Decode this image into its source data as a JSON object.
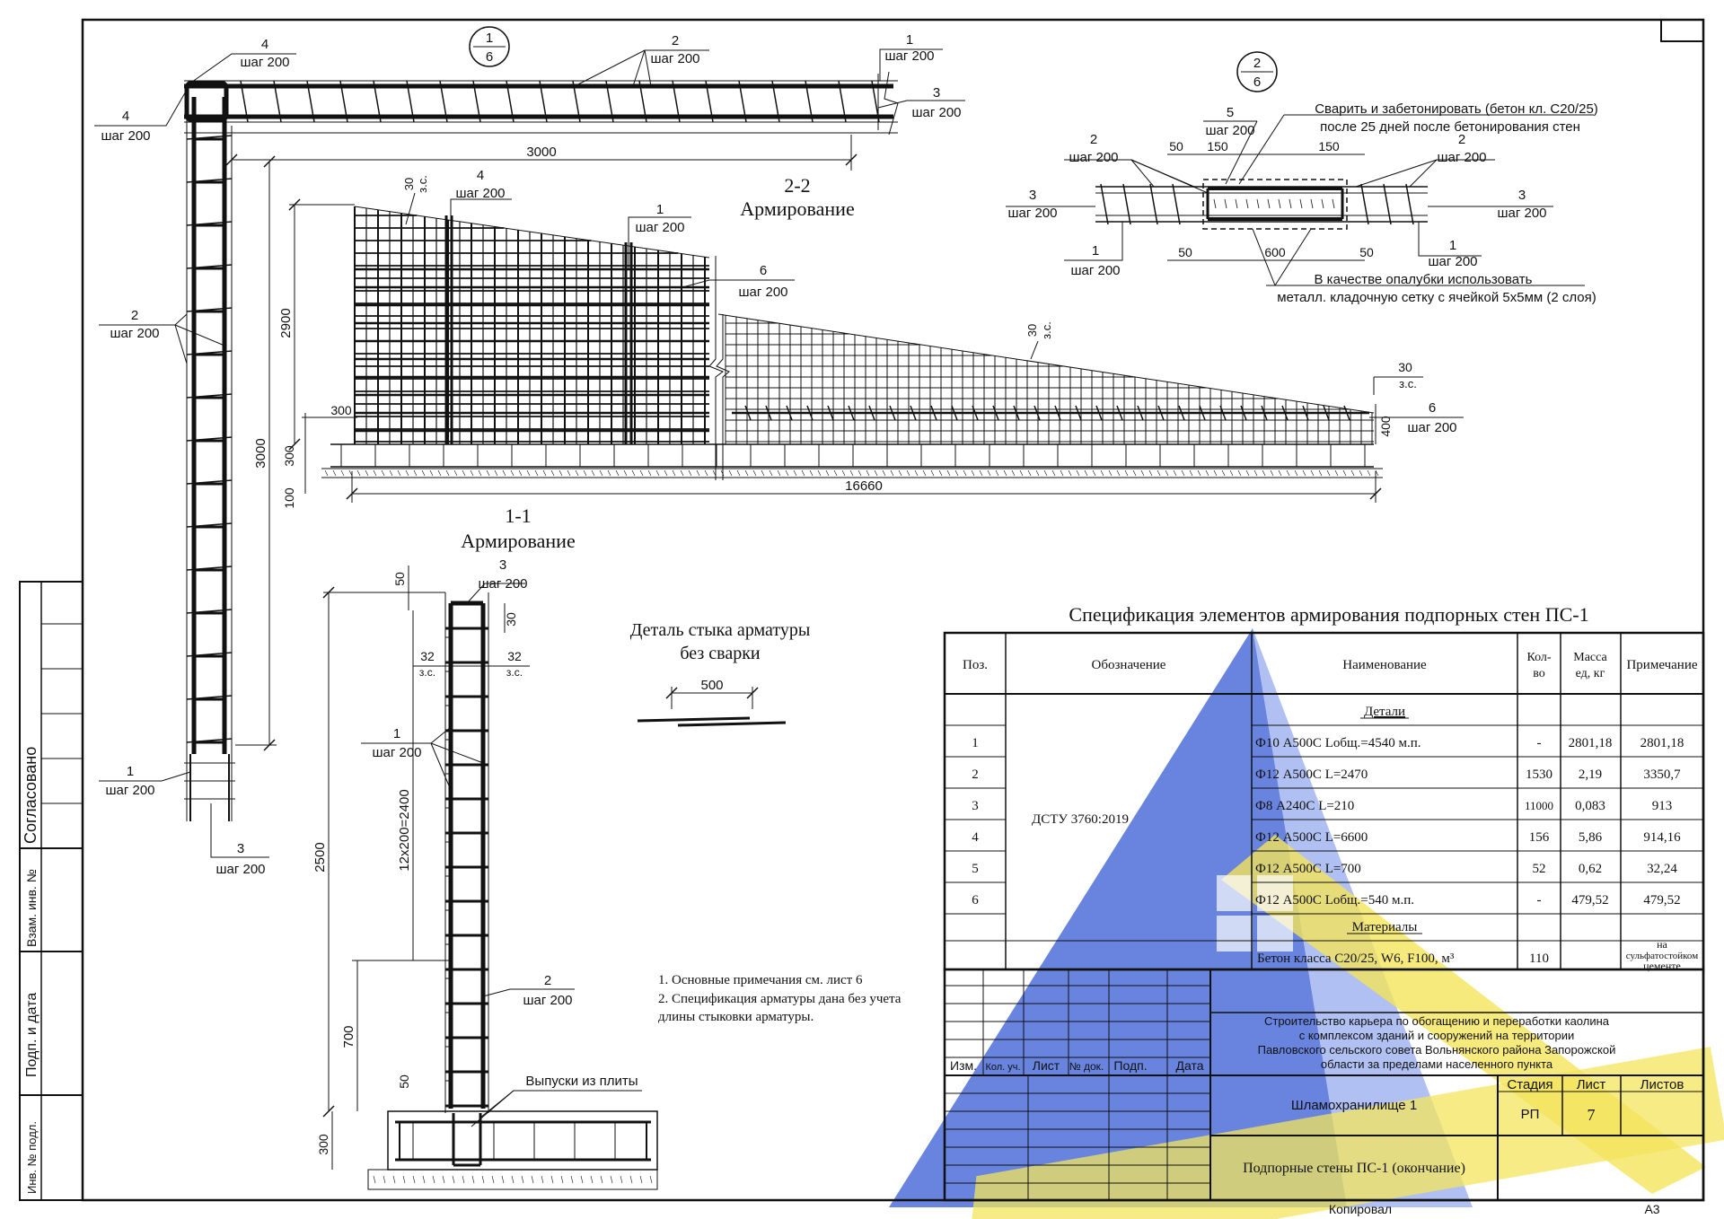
{
  "colors": {
    "ink": "#111111",
    "watermark_blue": "#3b5fd6",
    "watermark_yellow": "#f2e14a"
  },
  "plan": {
    "callout_id": {
      "num": "1",
      "den": "6"
    },
    "bar4_top": {
      "pos": "4",
      "step": "шаг 200"
    },
    "bar4_left": {
      "pos": "4",
      "step": "шаг 200"
    },
    "bar2_top": {
      "pos": "2",
      "step": "шаг 200"
    },
    "bar1_top": {
      "pos": "1",
      "step": "шаг 200"
    },
    "bar3_top": {
      "pos": "3",
      "step": "шаг 200"
    },
    "dim_3000_h": "3000",
    "bar2_left": {
      "pos": "2",
      "step": "шаг 200"
    },
    "dim_3000_v": "3000",
    "bar1_bottom": {
      "pos": "1",
      "step": "шаг 200"
    },
    "bar3_bottom": {
      "pos": "3",
      "step": "шаг 200"
    }
  },
  "section22": {
    "title": "2-2",
    "subtitle": "Армирование",
    "cover_top": "30",
    "cover_top_unit": "з.с.",
    "bar4": {
      "pos": "4",
      "step": "шаг 200"
    },
    "bar1": {
      "pos": "1",
      "step": "шаг 200"
    },
    "bar6_top": {
      "pos": "6",
      "step": "шаг 200"
    },
    "dim_2900": "2900",
    "cover_mid": "30",
    "cover_mid_unit": "з.с.",
    "cover_right": "30",
    "cover_right_unit": "з.с.",
    "bar6_right": {
      "pos": "6",
      "step": "шаг 200"
    },
    "dim_300_a": "300",
    "dim_300_b": "300",
    "dim_100": "100",
    "dim_400": "400",
    "dim_16660": "16660"
  },
  "detail2": {
    "callout_id": {
      "num": "2",
      "den": "6"
    },
    "bar5": {
      "pos": "5",
      "step": "шаг 200"
    },
    "note_line1": "Сварить и забетонировать (бетон кл. С20/25)",
    "note_line2": "после 25 дней после бетонирования стен",
    "bar2_left": {
      "pos": "2",
      "step": "шаг 200"
    },
    "bar2_right": {
      "pos": "2",
      "step": "шаг 200"
    },
    "dim_50_tl": "50",
    "dim_150_l": "150",
    "dim_150_r": "150",
    "bar3_left": {
      "pos": "3",
      "step": "шаг 200"
    },
    "bar3_right": {
      "pos": "3",
      "step": "шаг 200"
    },
    "bar1_left": {
      "pos": "1",
      "step": "шаг 200"
    },
    "bar1_right": {
      "pos": "1",
      "step": "шаг 200"
    },
    "dim_50_bl": "50",
    "dim_600": "600",
    "dim_50_br": "50",
    "formwork_line1": "В качестве опалубки использовать",
    "formwork_line2": "металл. кладочную сетку с ячейкой 5х5мм (2 слоя)"
  },
  "section11": {
    "title": "1-1",
    "subtitle": "Армирование",
    "bar3": {
      "pos": "3",
      "step": "шаг 200"
    },
    "dim_50_top": "50",
    "dim_30": "30",
    "cover_l": "32",
    "cover_l_unit": "з.с.",
    "cover_r": "32",
    "cover_r_unit": "з.с.",
    "bar1": {
      "pos": "1",
      "step": "шаг 200"
    },
    "dim_2500": "2500",
    "dim_12x200": "12х200=2400",
    "bar2": {
      "pos": "2",
      "step": "шаг 200"
    },
    "dim_700": "700",
    "dim_50_bottom": "50",
    "outlets": "Выпуски из плиты",
    "dim_300": "300"
  },
  "joint_detail": {
    "title_line1": "Деталь стыка арматуры",
    "title_line2": "без сварки",
    "dim_500": "500"
  },
  "notes": {
    "n1": "1. Основные примечания см. лист 6",
    "n2": "2. Спецификация арматуры дана без учета",
    "n3": "длины стыковки арматуры."
  },
  "spec": {
    "title": "Спецификация элементов армирования подпорных стен ПС-1",
    "headers": {
      "pos": "Поз.",
      "designation": "Обозначение",
      "name": "Наименование",
      "qty_1": "Кол-",
      "qty_2": "во",
      "mass_1": "Масса",
      "mass_2": "ед, кг",
      "note": "Примечание"
    },
    "section_details": "Детали",
    "designation_value": "ДСТУ 3760:2019",
    "rows": [
      {
        "pos": "1",
        "name": "Ф10 А500С Lобщ.=4540 м.п.",
        "qty": "-",
        "mass": "2801,18",
        "note": "2801,18"
      },
      {
        "pos": "2",
        "name": "Ф12 А500С L=2470",
        "qty": "1530",
        "mass": "2,19",
        "note": "3350,7"
      },
      {
        "pos": "3",
        "name": "Ф8 А240С  L=210",
        "qty": "11000",
        "mass": "0,083",
        "note": "913"
      },
      {
        "pos": "4",
        "name": "Ф12 А500С L=6600",
        "qty": "156",
        "mass": "5,86",
        "note": "914,16"
      },
      {
        "pos": "5",
        "name": "Ф12 А500С L=700",
        "qty": "52",
        "mass": "0,62",
        "note": "32,24"
      },
      {
        "pos": "6",
        "name": "Ф12 А500С Lобщ.=540 м.п.",
        "qty": "-",
        "mass": "479,52",
        "note": "479,52"
      }
    ],
    "section_materials": "Материалы",
    "material_name": "Бетон класса С20/25, W6, F100, м³",
    "material_qty": "110",
    "material_note_1": "на",
    "material_note_2": "сульфатостойком",
    "material_note_3": "цементе"
  },
  "stamp": {
    "col_izm": "Изм.",
    "col_koluch": "Кол. уч.",
    "col_list": "Лист",
    "col_ndok": "№ док.",
    "col_podp": "Подп.",
    "col_data": "Дата",
    "project_line1": "Строительство карьера по обогащению и переработки каолина",
    "project_line2": "с комплексом зданий и сооружений на территории",
    "project_line3": "Павловского сельского совета Вольнянского района Запорожской",
    "project_line4": "области за пределами населенного пункта",
    "object_name": "Шламохранилище 1",
    "sheet_title": "Подпорные стены ПС-1 (окончание)",
    "stage_label": "Стадия",
    "sheet_label": "Лист",
    "sheets_label": "Листов",
    "stage_value": "РП",
    "sheet_value": "7",
    "copied": "Копировал",
    "format": "А3"
  },
  "side_stamp": {
    "agreed": "Согласовано",
    "vzam": "Взам. инв. №",
    "podp": "Подп. и дата",
    "inv": "Инв. № подл."
  }
}
